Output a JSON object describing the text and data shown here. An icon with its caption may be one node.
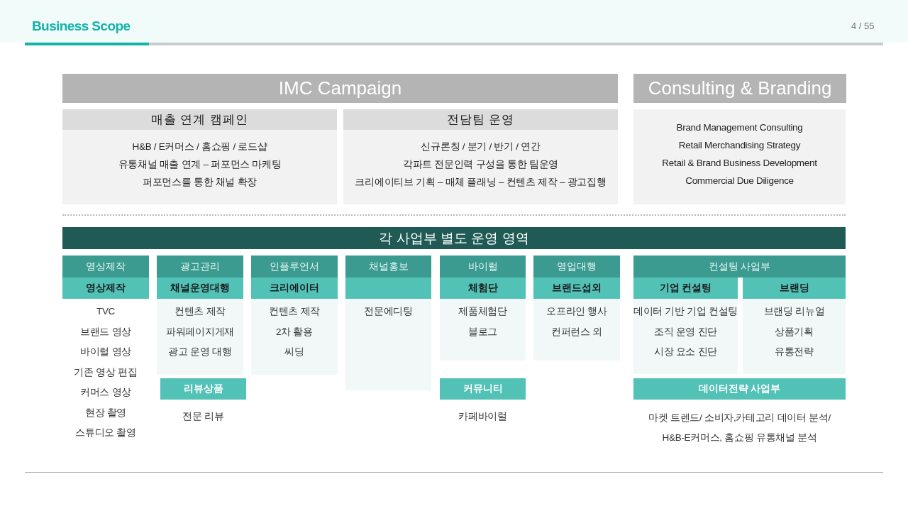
{
  "diagram": {
    "title": "Business Scope",
    "nodes": [
      {
        "text": [
          "IMC Campaign"
        ]
      },
      {
        "text": [
          "매출 연계 캠페인",
          "H&B / E커머스 / 홈쇼핑 / 로드샵",
          "유통채널 매출 연계 – 퍼포먼스 마케팅",
          "퍼포먼스를 통한 채널 확장"
        ]
      },
      {
        "text": [
          "전담팀 운영",
          "신규론칭 / 분기 / 반기 / 연간",
          "각파트 전문인력 구성을 통한 팀운영",
          "크리에이티브 기획 – 매체 플래닝 – 컨텐츠 제작 – 광고집행"
        ]
      },
      {
        "text": [
          "Consulting & Branding"
        ]
      },
      {
        "text": [
          "Brand Management Consulting",
          "Retail Merchandising Strategy",
          "Retail & Brand Business Development",
          "Commercial Due Diligence"
        ]
      },
      {
        "text": [
          "각 사업부 별도 운영 영역"
        ]
      },
      {
        "text": [
          "영상제작"
        ]
      },
      {
        "text": [
          "영상제작"
        ],
        "beside": [
          "TVC",
          "브랜드 영상",
          "바이럴 영상",
          "기존 영상 편집",
          "커머스 영상",
          "현장 촬영",
          "스튜디오 촬영"
        ]
      },
      {
        "text": [
          "광고관리"
        ]
      },
      {
        "text": [
          "채널운영대행"
        ]
      },
      {
        "text": [
          "컨텐츠 제작",
          "파워페이지게재",
          "광고 운영 대행"
        ]
      },
      {
        "text": [
          "리뷰상품"
        ],
        "beside": [
          "전문 리뷰"
        ]
      },
      {
        "text": [
          "인플루언서"
        ]
      },
      {
        "text": [
          "크리에이터"
        ]
      },
      {
        "text": [
          "컨텐츠 제작",
          "2차 활용",
          "씨딩"
        ]
      },
      {
        "text": [
          "채널홍보"
        ]
      },
      {
        "text": [],
        "shape": "bar"
      },
      {
        "text": [
          "전문에디팅"
        ]
      },
      {
        "text": [
          "바이럴"
        ]
      },
      {
        "text": [
          "체험단"
        ]
      },
      {
        "text": [
          "제품체험단",
          "블로그"
        ]
      },
      {
        "text": [
          "커뮤니티"
        ],
        "beside": [
          "카페바이럴"
        ]
      },
      {
        "text": [
          "영업대행"
        ]
      },
      {
        "text": [
          "브랜드섭외"
        ]
      },
      {
        "text": [
          "오프라인 행사",
          "컨퍼런스 외"
        ]
      },
      {
        "text": [
          "컨설팅 사업부"
        ]
      },
      {
        "text": [
          "기업 컨설팅"
        ]
      },
      {
        "text": [
          "데이터 기반 기업 컨설팅",
          "조직 운영 진단",
          "시장 요소 진단"
        ]
      },
      {
        "text": [
          "브랜딩"
        ]
      },
      {
        "text": [
          "브랜딩 리뉴얼",
          "상품기획",
          "유통전략"
        ]
      },
      {
        "text": [
          "데이터전략 사업부"
        ],
        "beside": [
          "마켓 트렌드/ 소비자,카테고리 데이터 분석/ H&B-E커머스, 홈쇼핑 유통채널 분석"
        ]
      }
    ],
    "labels": [
      "4 / 55"
    ]
  }
}
